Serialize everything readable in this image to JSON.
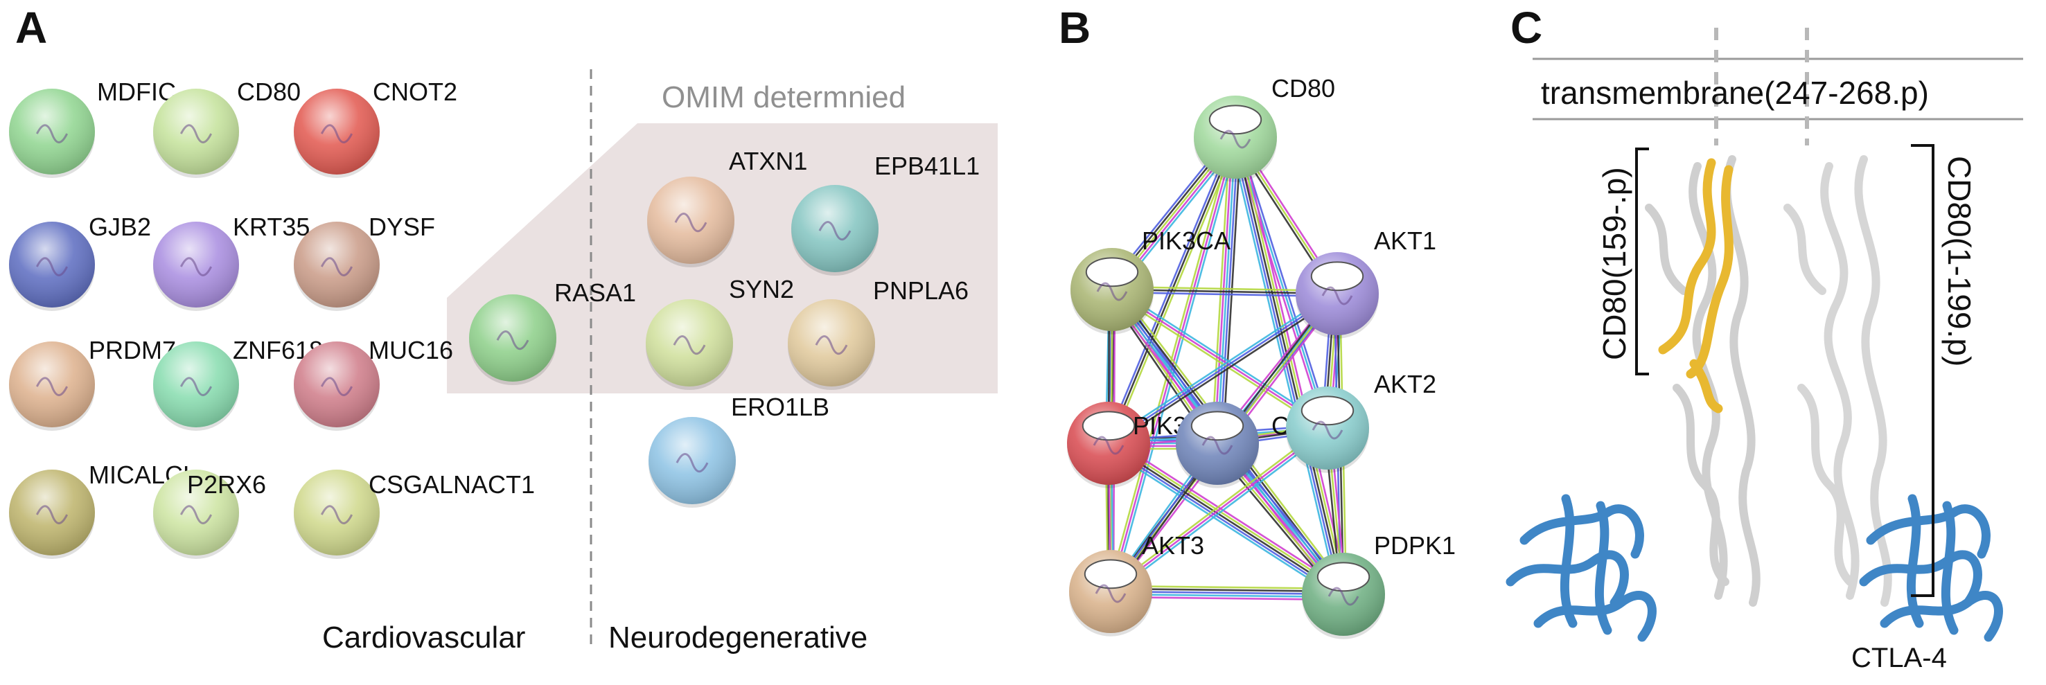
{
  "panel_a": {
    "letter": "A",
    "cardio_label": "Cardiovascular",
    "neuro_label": "Neurodegenerative",
    "omim_label": "OMIM determnied",
    "cardio_nodes": [
      {
        "label": "MDFIC",
        "color": "#8fd58f"
      },
      {
        "label": "CD80",
        "color": "#c4e29a"
      },
      {
        "label": "CNOT2",
        "color": "#e2574e"
      },
      {
        "label": "GJB2",
        "color": "#5b6bc0"
      },
      {
        "label": "KRT35",
        "color": "#a88ce0"
      },
      {
        "label": "DYSF",
        "color": "#c99a86"
      },
      {
        "label": "PRDM7",
        "color": "#ddb08c"
      },
      {
        "label": "ZNF618",
        "color": "#86dcae"
      },
      {
        "label": "MUC16",
        "color": "#cf7b88"
      },
      {
        "label": "MICALCL",
        "color": "#bdb36a"
      },
      {
        "label": "P2RX6",
        "color": "#cce4a0"
      },
      {
        "label": "CSGALNACT1",
        "color": "#cfd88a"
      }
    ],
    "neuro_nodes": [
      {
        "label": "RASA1",
        "color": "#8ccf88"
      },
      {
        "label": "ATXN1",
        "color": "#e4ba9c"
      },
      {
        "label": "EPB41L1",
        "color": "#82c4c0"
      },
      {
        "label": "SYN2",
        "color": "#cfdf9a"
      },
      {
        "label": "PNPLA6",
        "color": "#e0c89a"
      },
      {
        "label": "ERO1LB",
        "color": "#8cc2e4"
      }
    ]
  },
  "panel_b": {
    "letter": "B",
    "nodes": [
      {
        "label": "CD80",
        "color": "#9ed89a"
      },
      {
        "label": "PIK3CA",
        "color": "#a8b470"
      },
      {
        "label": "AKT1",
        "color": "#9a88d8"
      },
      {
        "label": "PIK3R3",
        "color": "#d8484e"
      },
      {
        "label": "CDC42",
        "color": "#6c82b8"
      },
      {
        "label": "AKT2",
        "color": "#86cccc"
      },
      {
        "label": "AKT3",
        "color": "#d8b088"
      },
      {
        "label": "PDPK1",
        "color": "#6cae80"
      }
    ],
    "edge_colors": [
      "#3cb6e0",
      "#d040d0",
      "#b4d840",
      "#303030",
      "#5060e0"
    ]
  },
  "panel_c": {
    "letter": "C",
    "transmembrane_label": "transmembrane(247-268.p)",
    "left_domain_label": "CD80(159-.p)",
    "right_domain_label": "CD80(1-199.p)",
    "ctla4_label": "CTLA-4",
    "colors": {
      "highlight": "#e8b830",
      "ctla4": "#3f86c6",
      "protein": "#d8d8d8"
    }
  }
}
